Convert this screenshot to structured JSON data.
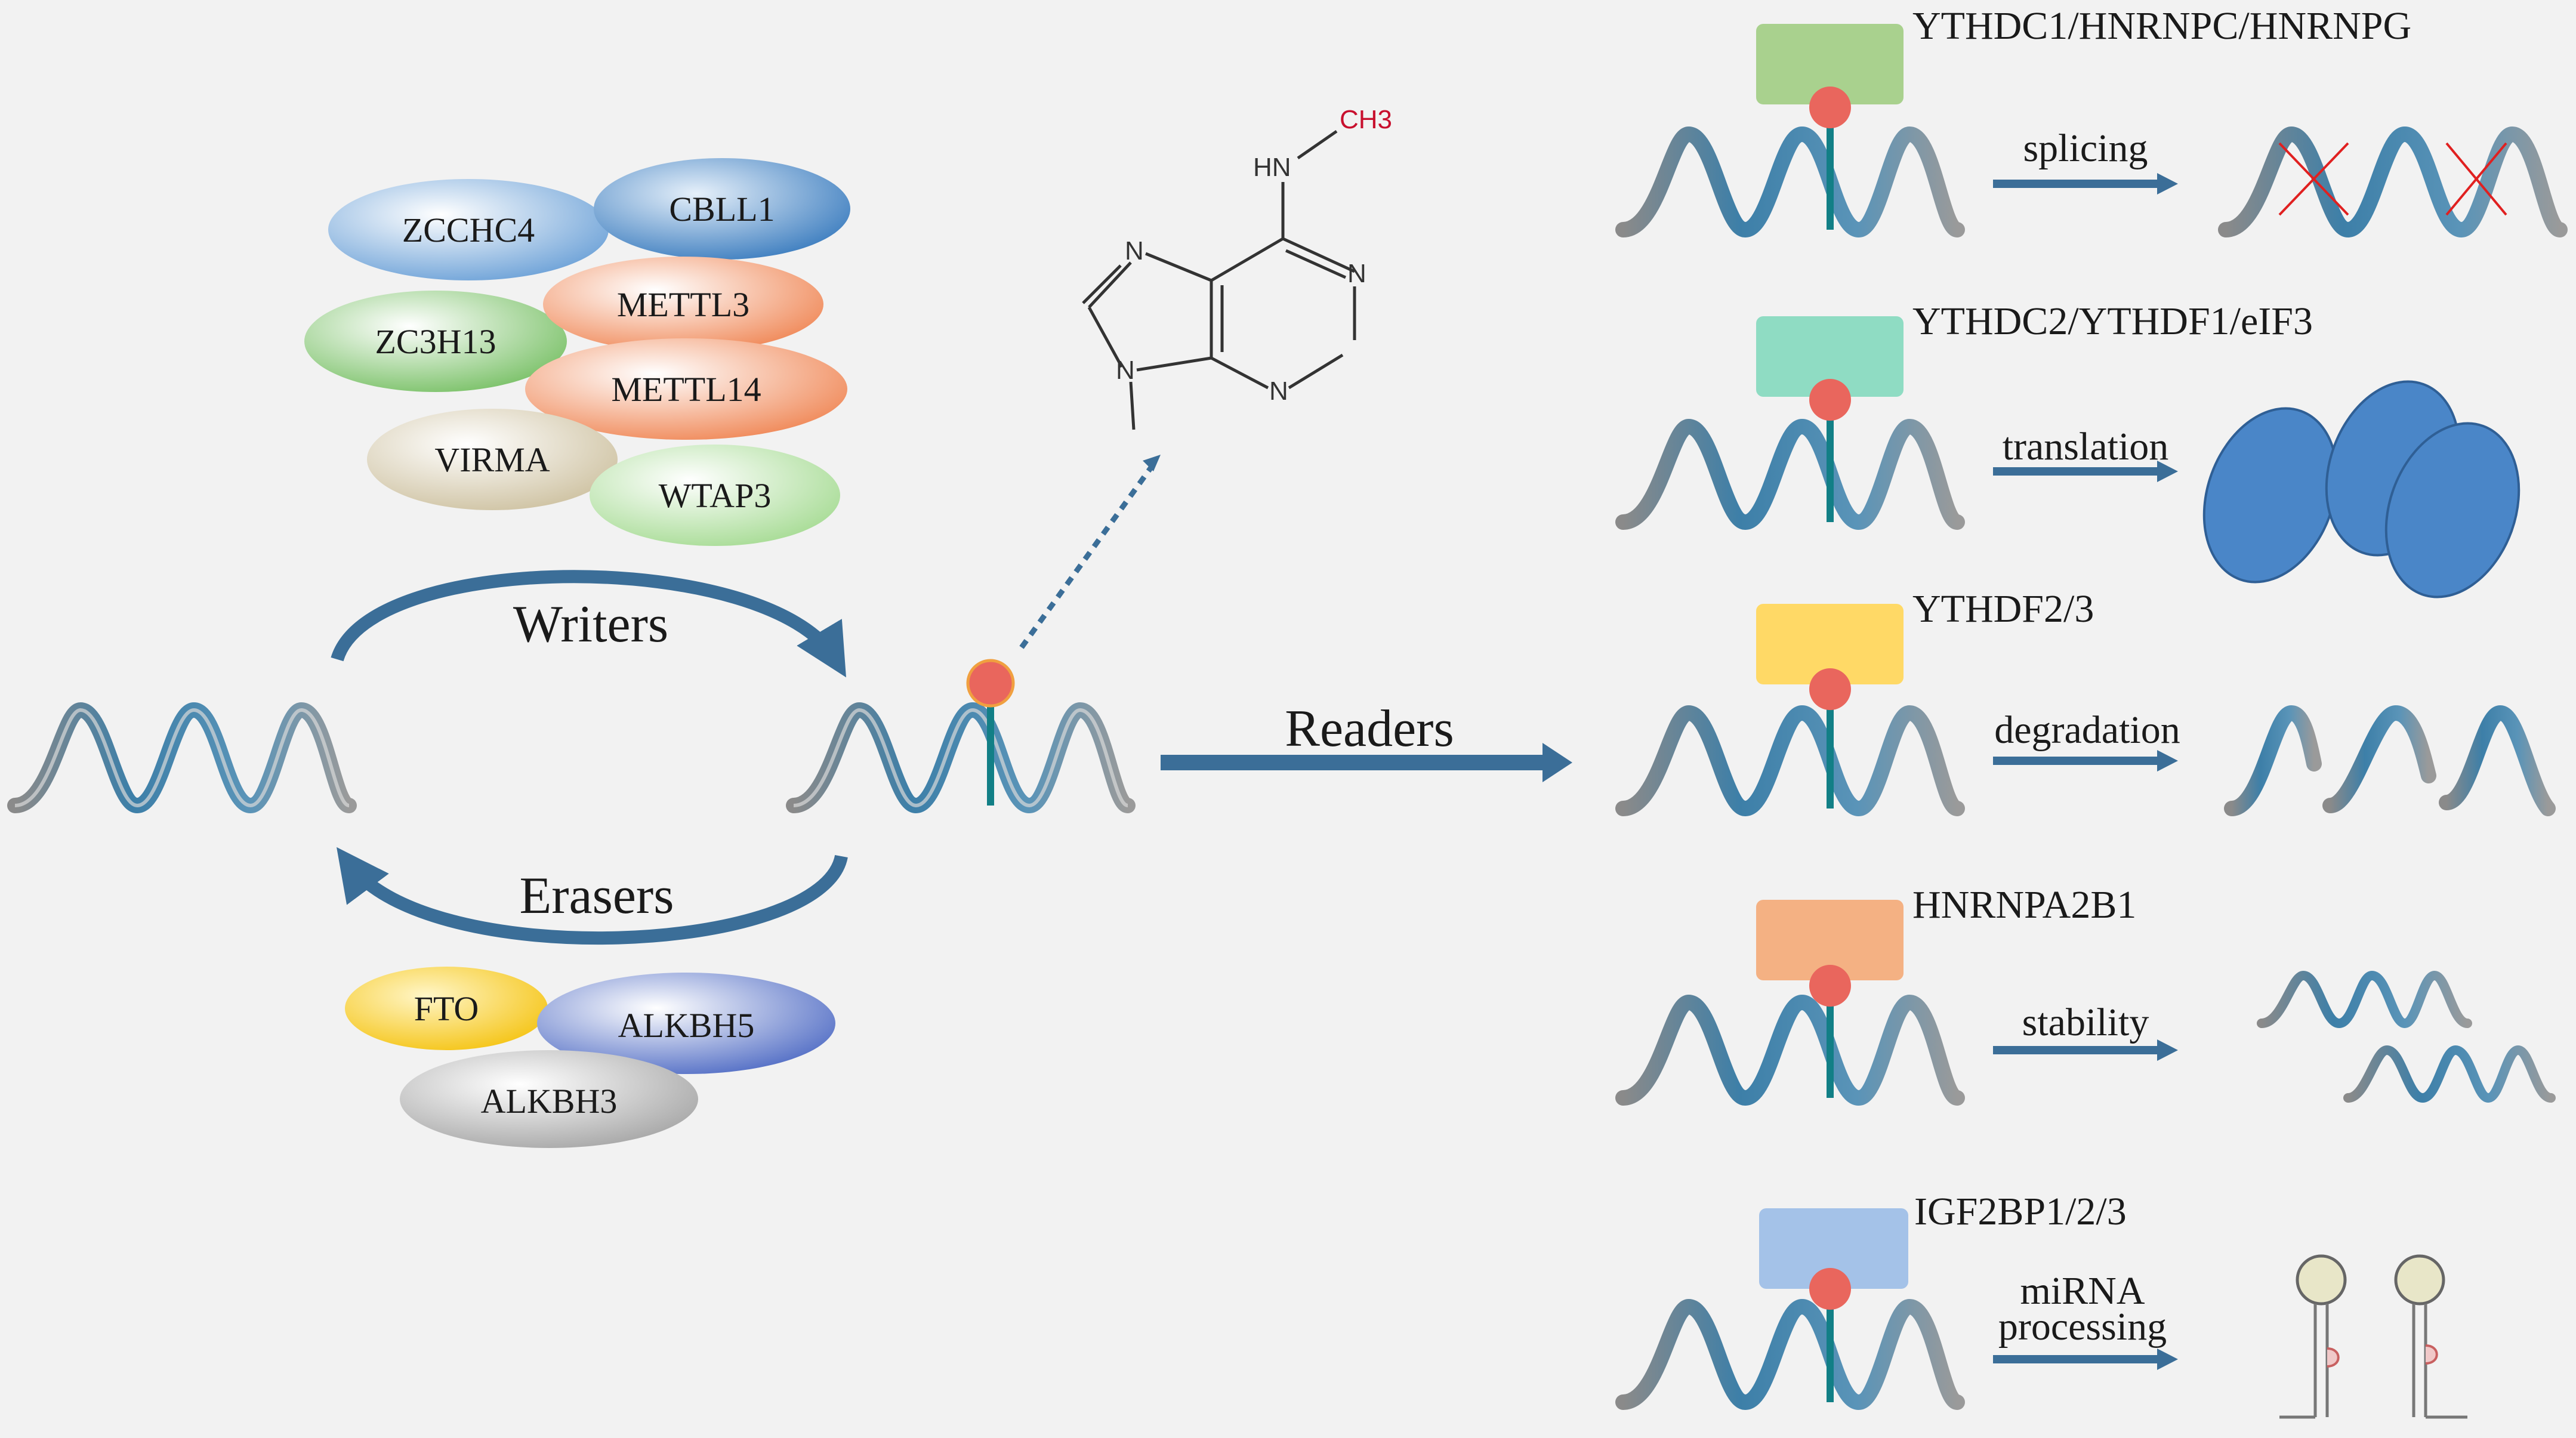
{
  "colors": {
    "background": "#f2f2f2",
    "arrow": "#3b6e98",
    "methyl_dot": "#e9665d",
    "stem": "#127f86"
  },
  "writers": {
    "label": "Writers",
    "proteins": [
      "ZCCHC4",
      "CBLL1",
      "METTL3",
      "ZC3H13",
      "METTL14",
      "VIRMA",
      "WTAP3"
    ]
  },
  "erasers": {
    "label": "Erasers",
    "proteins": [
      "FTO",
      "ALKBH5",
      "ALKBH3"
    ]
  },
  "molecule": {
    "atoms": [
      "HN",
      "CH3",
      "N",
      "N",
      "N",
      "N"
    ]
  },
  "readers": {
    "label": "Readers",
    "rows": [
      {
        "name": "YTHDC1/HNRNPC/HNRNPG",
        "function": "splicing",
        "box_color": "#a9d18e"
      },
      {
        "name": "YTHDC2/YTHDF1/eIF3",
        "function": "translation",
        "box_color": "#8fdcc3"
      },
      {
        "name": "YTHDF2/3",
        "function": "degradation",
        "box_color": "#ffd966"
      },
      {
        "name": "HNRNPA2B1",
        "function": "stability",
        "box_color": "#f4b183"
      },
      {
        "name": "IGF2BP1/2/3",
        "function_line1": "miRNA",
        "function_line2": "processing",
        "box_color": "#a4c2e8"
      }
    ]
  }
}
